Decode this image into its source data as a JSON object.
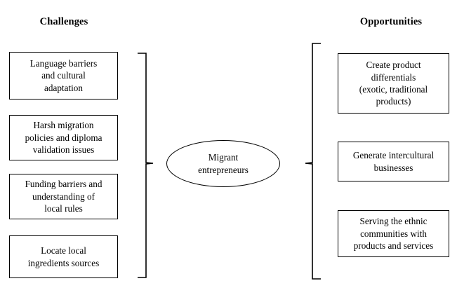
{
  "diagram": {
    "title_left": "Challenges",
    "title_right": "Opportunities",
    "center": {
      "label": "Migrant\nentrepreneurs",
      "shape": "ellipse"
    },
    "left_column": {
      "header": "Challenges",
      "items": [
        {
          "label": "Language barriers\nand cultural\nadaptation"
        },
        {
          "label": "Harsh migration\npolicies and diploma\nvalidation issues"
        },
        {
          "label": "Funding barriers and\nunderstanding of\nlocal rules"
        },
        {
          "label": "Locate local\ningredients sources"
        }
      ]
    },
    "right_column": {
      "header": "Opportunities",
      "items": [
        {
          "label": "Create product\ndifferentials\n(exotic, traditional\nproducts)"
        },
        {
          "label": "Generate intercultural\nbusinesses"
        },
        {
          "label": "Serving the ethnic\ncommunities with\nproducts and services"
        }
      ]
    },
    "connectors": {
      "left_brace": "curly-brace-right-facing",
      "right_brace": "curly-brace-left-facing"
    },
    "colors": {
      "background": "#ffffff",
      "stroke": "#000000",
      "text": "#000000"
    }
  }
}
